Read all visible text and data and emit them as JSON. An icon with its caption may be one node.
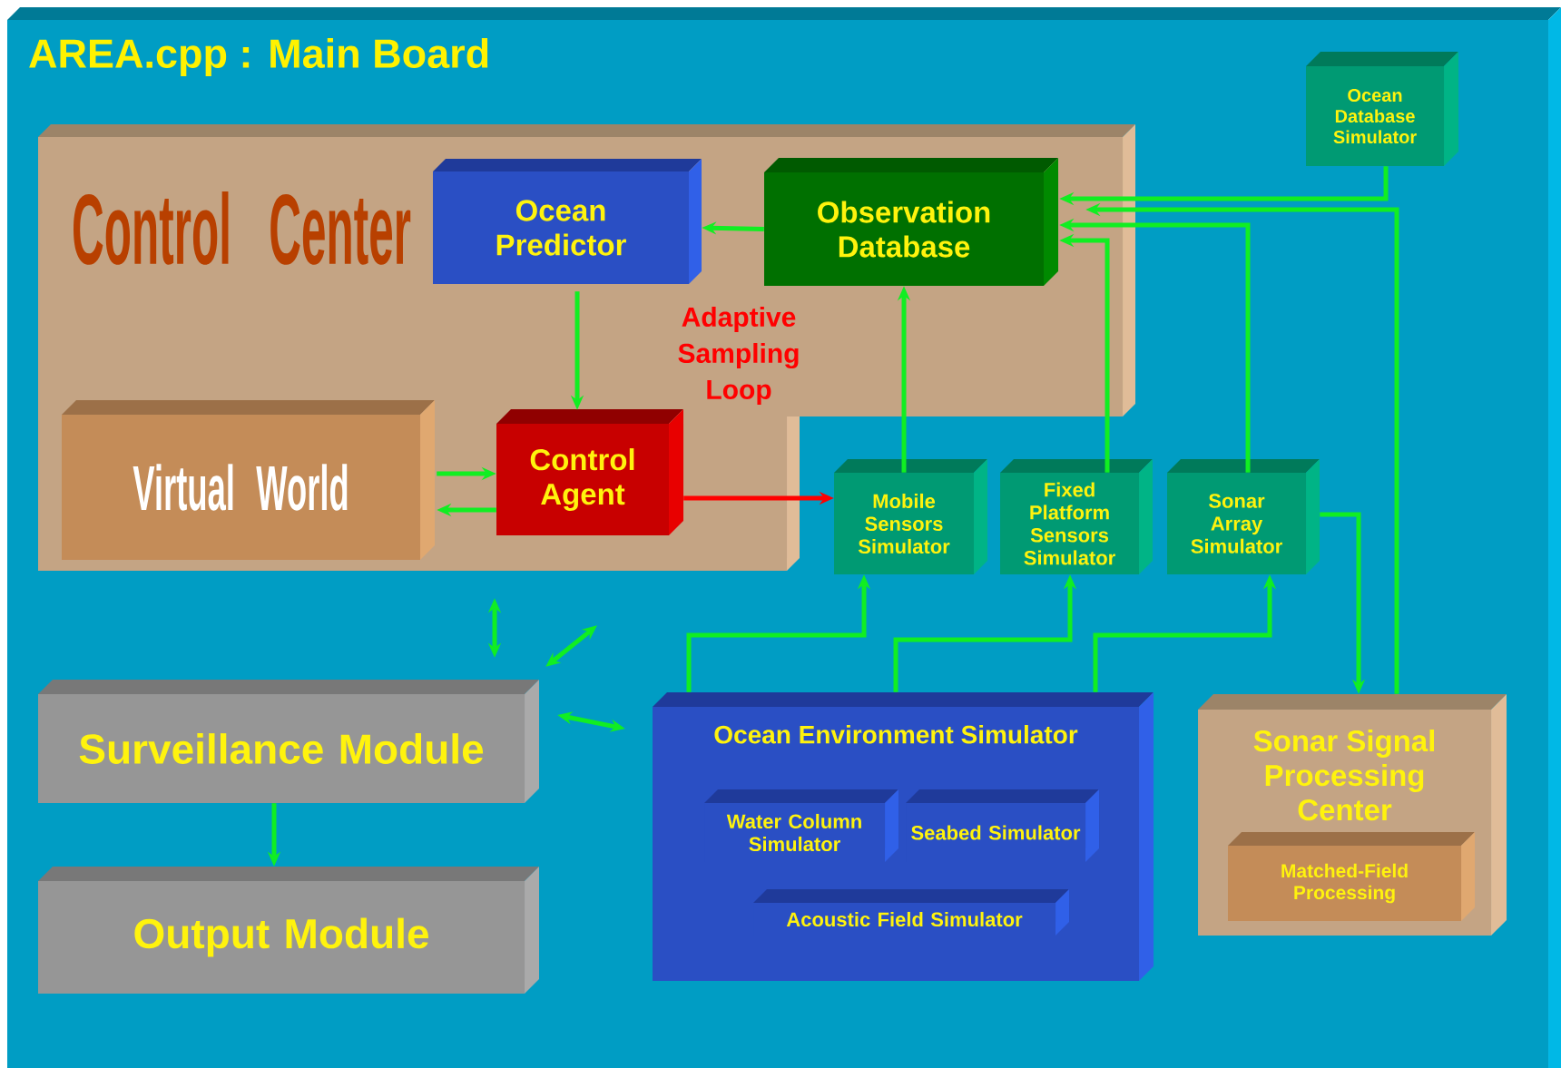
{
  "diagram": {
    "nodes": [
      {
        "text": [
          "AREA.cpp : Main Board"
        ]
      },
      {
        "text": [
          "Control Center"
        ],
        "in": 0
      },
      {
        "text": [
          "Ocean Predictor"
        ],
        "in": 1
      },
      {
        "text": [
          "Observation Database"
        ],
        "in": 1
      },
      {
        "text": [
          "Virtual World"
        ],
        "in": 1
      },
      {
        "text": [
          "Control Agent"
        ],
        "in": 1
      },
      {
        "text": [
          "Ocean Database Simulator"
        ],
        "in": 0
      },
      {
        "text": [
          "Mobile Sensors Simulator"
        ],
        "in": 0
      },
      {
        "text": [
          "Fixed Platform Sensors Simulator"
        ],
        "in": 0
      },
      {
        "text": [
          "Sonar Array Simulator"
        ],
        "in": 0
      },
      {
        "text": [
          "Surveillance Module"
        ],
        "in": 0
      },
      {
        "text": [
          "Output Module"
        ],
        "in": 0
      },
      {
        "text": [
          "Ocean Environment Simulator"
        ],
        "in": 0
      },
      {
        "text": [
          "Water Column Simulator"
        ],
        "in": 12
      },
      {
        "text": [
          "Seabed Simulator"
        ],
        "in": 12
      },
      {
        "text": [
          "Acoustic Field Simulator"
        ],
        "in": 12
      },
      {
        "text": [
          "Sonar Signal Processing Center"
        ],
        "in": 0
      },
      {
        "text": [
          "Matched-Field Processing"
        ],
        "in": 16
      }
    ],
    "edges": [
      {
        "from": 3,
        "to": 2,
        "arrow": "to"
      },
      {
        "from": 2,
        "to": 5,
        "arrow": "to"
      },
      {
        "from": 4,
        "to": 5,
        "arrow": "to"
      },
      {
        "from": 5,
        "to": 4,
        "arrow": "to"
      },
      {
        "from": 5,
        "to": 7,
        "arrow": "to",
        "color": "#ff0000"
      },
      {
        "from": 7,
        "to": 3,
        "arrow": "to"
      },
      {
        "from": 8,
        "to": 3,
        "arrow": "to"
      },
      {
        "from": 9,
        "to": 3,
        "arrow": "to"
      },
      {
        "from": 6,
        "to": 3,
        "arrow": "to"
      },
      {
        "from": 16,
        "to": 3,
        "arrow": "to"
      },
      {
        "from": 9,
        "to": 16,
        "arrow": "to"
      },
      {
        "from": 12,
        "to": 7,
        "arrow": "to"
      },
      {
        "from": 12,
        "to": 8,
        "arrow": "to"
      },
      {
        "from": 12,
        "to": 9,
        "arrow": "to"
      },
      {
        "from": 10,
        "to": 11,
        "arrow": "to"
      },
      {
        "from": 1,
        "to": 10,
        "arrow": "both"
      },
      {
        "from": 1,
        "to": 10,
        "arrow": "both"
      },
      {
        "from": 10,
        "to": 12,
        "arrow": "both"
      }
    ],
    "labels": [
      "Adaptive Sampling Loop"
    ]
  }
}
